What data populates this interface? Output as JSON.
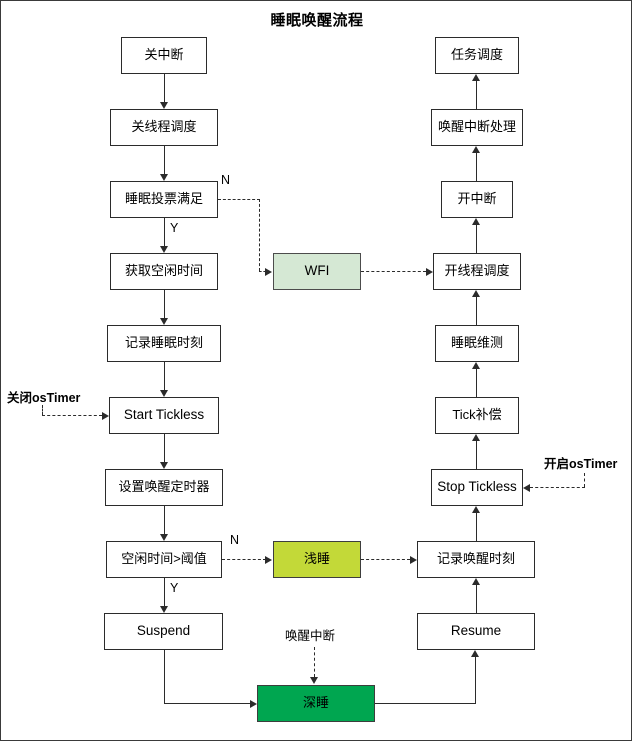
{
  "diagram": {
    "title": "睡眠唤醒流程",
    "colors": {
      "box_border": "#2b2b2b",
      "box_fill": "#ffffff",
      "wfi_fill": "#d5e8d4",
      "light_sleep_fill": "#c3d938",
      "deep_sleep_fill": "#00a650",
      "text": "#000000",
      "frame": "#3a3a3a"
    },
    "nodes": {
      "close_interrupt": "关中断",
      "close_thread_sched": "关线程调度",
      "sleep_vote_ok": "睡眠投票满足",
      "get_idle_time": "获取空闲时间",
      "record_sleep_time": "记录睡眠时刻",
      "start_tickless": "Start Tickless",
      "set_wake_timer": "设置唤醒定时器",
      "idle_gt_threshold": "空闲时间>阈值",
      "suspend": "Suspend",
      "wfi": "WFI",
      "light_sleep": "浅睡",
      "deep_sleep": "深睡",
      "task_sched": "任务调度",
      "wake_irq_handler": "唤醒中断处理",
      "open_interrupt": "开中断",
      "open_thread_sched": "开线程调度",
      "sleep_monitor": "睡眠维测",
      "tick_compensate": "Tick补偿",
      "stop_tickless": "Stop Tickless",
      "record_wake_time": "记录唤醒时刻",
      "resume": "Resume"
    },
    "edge_labels": {
      "vote_no": "N",
      "vote_yes": "Y",
      "threshold_no": "N",
      "threshold_yes": "Y",
      "close_os_timer": "关闭osTimer",
      "open_os_timer": "开启osTimer",
      "wake_interrupt": "唤醒中断"
    }
  }
}
